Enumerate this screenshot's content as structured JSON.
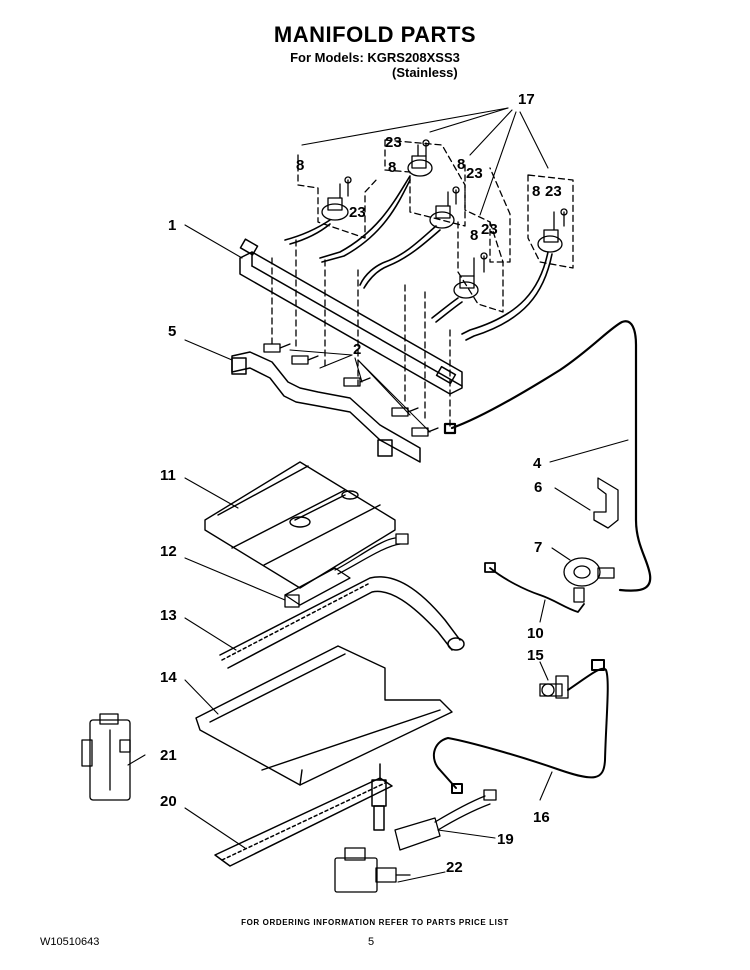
{
  "header": {
    "title": "MANIFOLD PARTS",
    "models_line": "For Models: KGRS208XSS3",
    "variant_line": "(Stainless)"
  },
  "callouts": {
    "c1": "1",
    "c2": "2",
    "c4": "4",
    "c5": "5",
    "c6": "6",
    "c7": "7",
    "c8": "8",
    "c10": "10",
    "c11": "11",
    "c12": "12",
    "c13": "13",
    "c14": "14",
    "c15": "15",
    "c16": "16",
    "c17": "17",
    "c19": "19",
    "c20": "20",
    "c21": "21",
    "c22": "22",
    "c23": "23"
  },
  "footer": {
    "ordering_note": "FOR ORDERING INFORMATION REFER TO PARTS PRICE LIST",
    "doc_number": "W10510643",
    "page_number": "5"
  }
}
